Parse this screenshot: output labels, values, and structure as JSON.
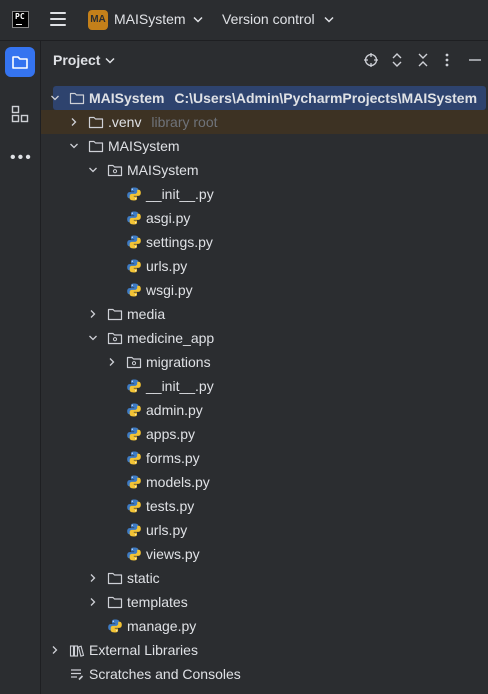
{
  "topbar": {
    "ide_logo": "PC",
    "project_badge": "MA",
    "project_name": "MAISystem",
    "vcs_label": "Version control"
  },
  "panel": {
    "title": "Project"
  },
  "tree": [
    {
      "depth": 0,
      "expanded": true,
      "type": "folder",
      "name": "MAISystem",
      "path": "C:\\Users\\Admin\\PycharmProjects\\MAISystem",
      "selected": true
    },
    {
      "depth": 1,
      "expanded": false,
      "type": "folder",
      "name": ".venv",
      "suffix": "library root",
      "libroot": true
    },
    {
      "depth": 1,
      "expanded": true,
      "type": "folder",
      "name": "MAISystem"
    },
    {
      "depth": 2,
      "expanded": true,
      "type": "package",
      "name": "MAISystem"
    },
    {
      "depth": 3,
      "type": "python",
      "name": "__init__.py"
    },
    {
      "depth": 3,
      "type": "python",
      "name": "asgi.py"
    },
    {
      "depth": 3,
      "type": "python",
      "name": "settings.py"
    },
    {
      "depth": 3,
      "type": "python",
      "name": "urls.py"
    },
    {
      "depth": 3,
      "type": "python",
      "name": "wsgi.py"
    },
    {
      "depth": 2,
      "expanded": false,
      "type": "folder",
      "name": "media"
    },
    {
      "depth": 2,
      "expanded": true,
      "type": "package",
      "name": "medicine_app"
    },
    {
      "depth": 3,
      "expanded": false,
      "type": "package",
      "name": "migrations"
    },
    {
      "depth": 3,
      "type": "python",
      "name": "__init__.py"
    },
    {
      "depth": 3,
      "type": "python",
      "name": "admin.py"
    },
    {
      "depth": 3,
      "type": "python",
      "name": "apps.py"
    },
    {
      "depth": 3,
      "type": "python",
      "name": "forms.py"
    },
    {
      "depth": 3,
      "type": "python",
      "name": "models.py"
    },
    {
      "depth": 3,
      "type": "python",
      "name": "tests.py"
    },
    {
      "depth": 3,
      "type": "python",
      "name": "urls.py"
    },
    {
      "depth": 3,
      "type": "python",
      "name": "views.py"
    },
    {
      "depth": 2,
      "expanded": false,
      "type": "folder",
      "name": "static"
    },
    {
      "depth": 2,
      "expanded": false,
      "type": "folder",
      "name": "templates"
    },
    {
      "depth": 2,
      "type": "python",
      "name": "manage.py"
    },
    {
      "depth": 0,
      "expanded": false,
      "type": "library",
      "name": "External Libraries"
    },
    {
      "depth": 0,
      "type": "scratches",
      "name": "Scratches and Consoles"
    }
  ]
}
